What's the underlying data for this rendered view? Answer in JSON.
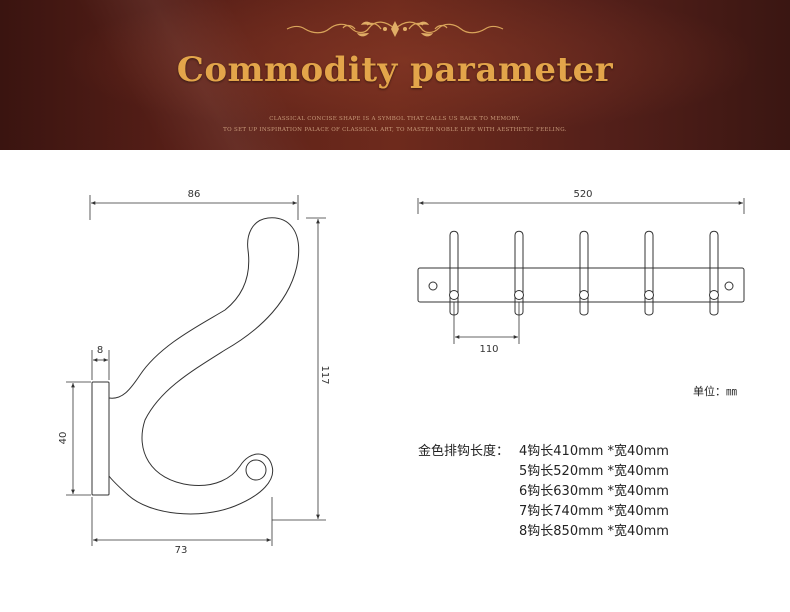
{
  "banner": {
    "title": "Commodity parameter",
    "subtitle_line1": "CLASSICAL CONCISE SHAPE IS A SYMBOL THAT CALLS US BACK TO MEMORY.",
    "subtitle_line2": "TO SET UP INSPIRATION PALACE OF CLASSICAL ART, TO MASTER NOBLE LIFE WITH AESTHETIC FEELING."
  },
  "single_hook": {
    "width_top": "86",
    "width_bottom": "73",
    "plate_thickness": "8",
    "plate_height": "40",
    "total_height": "117"
  },
  "rail": {
    "length": "520",
    "hook_spacing": "110",
    "hook_count": 5
  },
  "unit_label": "单位：㎜",
  "spec": {
    "label": "金色排钩长度：",
    "lines": [
      "4钩长410mm *宽40mm",
      "5钩长520mm *宽40mm",
      "6钩长630mm *宽40mm",
      "7钩长740mm *宽40mm",
      "8钩长850mm *宽40mm"
    ]
  }
}
